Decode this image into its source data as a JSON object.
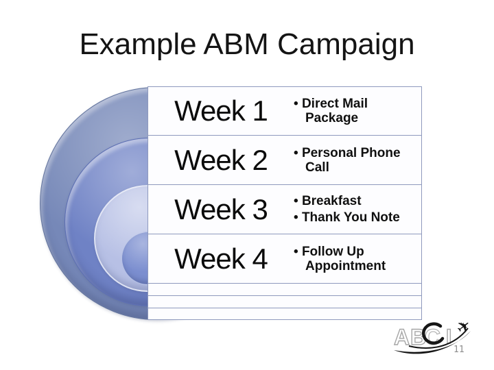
{
  "slide": {
    "title": "Example ABM Campaign",
    "page_number": "11"
  },
  "campaign_table": {
    "rows": [
      {
        "week": "Week 1",
        "bullets": [
          "Direct Mail Package"
        ]
      },
      {
        "week": "Week 2",
        "bullets": [
          "Personal Phone Call"
        ]
      },
      {
        "week": "Week 3",
        "bullets": [
          "Breakfast",
          "Thank You Note"
        ]
      },
      {
        "week": "Week 4",
        "bullets": [
          "Follow Up Appointment"
        ]
      }
    ],
    "empty_row_count": 3
  },
  "logo": {
    "letters_ab": "AB",
    "letter_c": "C",
    "letter_i": "I",
    "airplane_icon": "✈"
  },
  "theme": {
    "title_color": "#141414",
    "circle_outer": "#7688b8",
    "circle_outer_edge": "#64759e",
    "circle_second": "#6f82c5",
    "circle_second_edge": "#5d6fb3",
    "circle_third": "#b7c0e5",
    "circle_inner": "#7b8ecf",
    "table_border": "#8e99bd",
    "row_fill": "#fdfdff",
    "page_number_color": "#8c8c8c"
  }
}
